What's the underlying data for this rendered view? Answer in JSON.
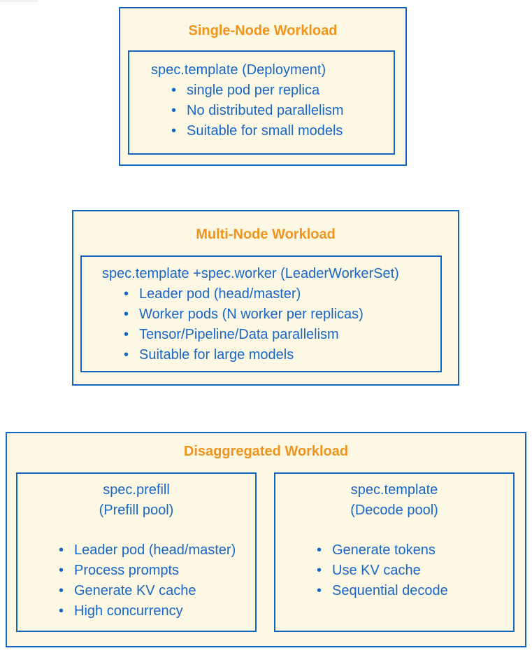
{
  "diagram": {
    "panels": [
      {
        "title": "Single-Node Workload",
        "boxes": [
          {
            "header": "spec.template (Deployment)",
            "items": [
              "single pod per replica",
              "No distributed parallelism",
              "Suitable for small models"
            ]
          }
        ]
      },
      {
        "title": "Multi-Node Workload",
        "boxes": [
          {
            "header": "spec.template +spec.worker (LeaderWorkerSet)",
            "items": [
              "Leader pod (head/master)",
              "Worker pods (N worker per replicas)",
              "Tensor/Pipeline/Data parallelism",
              "Suitable for large models"
            ]
          }
        ]
      },
      {
        "title": "Disaggregated Workload",
        "boxes": [
          {
            "header_lines": [
              "spec.prefill",
              "(Prefill pool)"
            ],
            "items": [
              "Leader pod (head/master)",
              "Process prompts",
              "Generate KV cache",
              "High concurrency"
            ]
          },
          {
            "header_lines": [
              "spec.template",
              "(Decode pool)"
            ],
            "items": [
              "Generate tokens",
              "Use KV cache",
              "Sequential decode"
            ]
          }
        ]
      }
    ],
    "colors": {
      "title_orange": "#F0941E",
      "body_blue": "#1866C8",
      "border_blue": "#1565C0",
      "box_background": "#FDF8E3",
      "page_background": "#FFFFFF"
    }
  }
}
